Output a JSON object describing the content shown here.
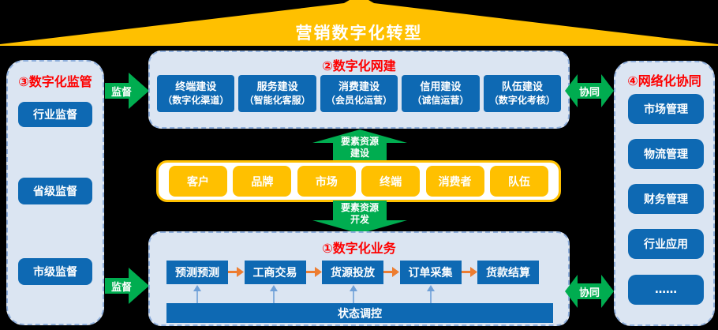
{
  "banner": {
    "title": "营销数字化转型"
  },
  "left_panel": {
    "title": "③数字化监管",
    "items": [
      "行业监督",
      "省级监督",
      "市级监督"
    ]
  },
  "top_panel": {
    "title": "②数字化网建",
    "boxes": [
      {
        "line1": "终端建设",
        "line2": "（数字化渠道）"
      },
      {
        "line1": "服务建设",
        "line2": "（智能化客服）"
      },
      {
        "line1": "消费建设",
        "line2": "（会员化运营）"
      },
      {
        "line1": "信用建设",
        "line2": "（诚信运营）"
      },
      {
        "line1": "队伍建设",
        "line2": "（数字化考核）"
      }
    ]
  },
  "resource_bar": {
    "items": [
      "客户",
      "品牌",
      "市场",
      "终端",
      "消费者",
      "队伍"
    ]
  },
  "up_arrow": {
    "line1": "要素资源",
    "line2": "建设"
  },
  "down_arrow": {
    "line1": "要素资源",
    "line2": "开发"
  },
  "bottom_panel": {
    "title": "①数字化业务",
    "flow": [
      "预测预测",
      "工商交易",
      "货源投放",
      "订单采集",
      "货款结算"
    ],
    "status_bar": "状态调控"
  },
  "right_panel": {
    "title": "④网络化协同",
    "items": [
      "市场管理",
      "物流管理",
      "财务管理",
      "行业应用",
      "……"
    ]
  },
  "arrows": {
    "left_top": "监督",
    "left_bottom": "监督",
    "right_top": "协同",
    "right_bottom": "协同"
  },
  "colors": {
    "banner_yellow": "#ffc000",
    "box_blue": "#0e69b3",
    "panel_fill": "#dbe5f2",
    "panel_border": "#8fafdc",
    "arrow_green": "#00ad50",
    "flow_arrow_orange": "#ed7d31",
    "title_red": "#fe0000",
    "thin_arrow_blue": "#6fa0d8"
  }
}
